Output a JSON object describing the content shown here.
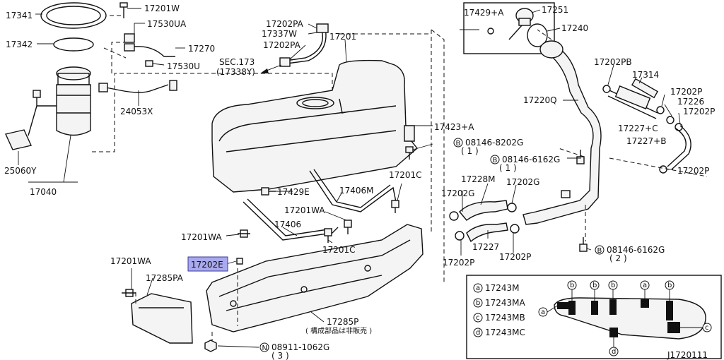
{
  "labels": {
    "l17341": "17341",
    "l17201w": "17201W",
    "l17530ua": "17530UA",
    "l17342": "17342",
    "l17270": "17270",
    "l17530u": "17530U",
    "l24053x": "24053X",
    "l25060y": "25060Y",
    "l17040": "17040",
    "l17202pa_a": "17202PA",
    "l17337w": "17337W",
    "l17202pa_b": "17202PA",
    "l17201": "17201",
    "sec173": "SEC.173",
    "l17338y": "(17338Y)",
    "l17429a": "17429+A",
    "l17251": "17251",
    "l17240": "17240",
    "l17202pb": "17202PB",
    "l17314": "17314",
    "l17220q": "17220Q",
    "l17202p_a": "17202P",
    "l17226": "17226",
    "l17202p_b": "17202P",
    "l17227c": "17227+C",
    "l17227b": "17227+B",
    "l17202p_c": "17202P",
    "l17423a": "17423+A",
    "b08146_8202g": "08146-8202G",
    "q1a": "( 1 )",
    "b08146_6162g_a": "08146-6162G",
    "q1b": "( 1 )",
    "l17201c_a": "17201C",
    "l17429e": "17429E",
    "l17406m": "17406M",
    "l17228m": "17228M",
    "l17202g_a": "17202G",
    "l17202g_b": "17202G",
    "l17201wa_a": "17201WA",
    "l17406": "17406",
    "l17201wa_b": "17201WA",
    "l17201c_b": "17201C",
    "l17227": "17227",
    "l17202p_d": "17202P",
    "l17202p_e": "17202P",
    "b08146_6162g_b": "08146-6162G",
    "q2": "( 2 )",
    "l17202e": "17202E",
    "l17201wa_c": "17201WA",
    "l17285pa": "17285PA",
    "l17285p": "17285P",
    "note": "( 構成部品は非販売 )",
    "n08911_1062g": "08911-1062G",
    "q3": "( 3 )",
    "drawing_id": "J1720111",
    "b_letter": "B",
    "n_letter": "N"
  },
  "legend": [
    {
      "letter": "a",
      "part": "17243M"
    },
    {
      "letter": "b",
      "part": "17243MA"
    },
    {
      "letter": "c",
      "part": "17243MB"
    },
    {
      "letter": "d",
      "part": "17243MC"
    }
  ],
  "inset_markers": {
    "a": "a",
    "b": "b",
    "c": "c",
    "d": "d"
  },
  "colors": {
    "line": "#111111",
    "highlight": "#a9a9ee",
    "highlight_border": "#3a3a9a"
  }
}
